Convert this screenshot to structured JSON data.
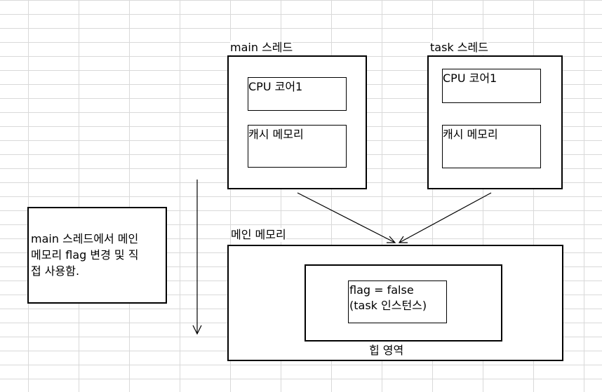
{
  "main_thread": {
    "title": "main 스레드",
    "cpu": "CPU 코어1",
    "cache": "캐시 메모리"
  },
  "task_thread": {
    "title": "task 스레드",
    "cpu": "CPU 코어1",
    "cache": "캐시 메모리"
  },
  "main_memory": {
    "title": "메인 메모리",
    "heap_label": "힙 영역",
    "flag_line1": "flag = false",
    "flag_line2": "(task 인스턴스)"
  },
  "note": {
    "line1": "main 스레드에서 메인",
    "line2": "메모리 flag 변경 및 직",
    "line3": "접 사용함."
  }
}
